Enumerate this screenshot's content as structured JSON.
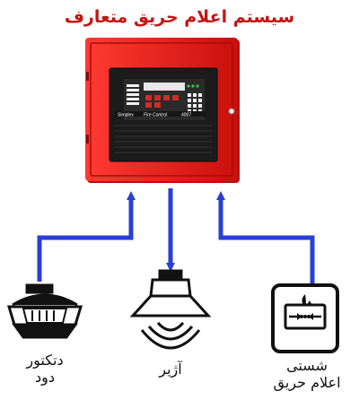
{
  "title": "سیستم اعلام حریق متعارف",
  "panel": {
    "brand": "Simplex",
    "name": "Fire Control",
    "model": "4007"
  },
  "devices": [
    {
      "id": "smoke",
      "label_line1": "دتکتور",
      "label_line2": "دود"
    },
    {
      "id": "siren",
      "label_line1": "آژیر",
      "label_line2": ""
    },
    {
      "id": "manual",
      "label_line1": "شستی",
      "label_line2": "اعلام حریق"
    }
  ],
  "colors": {
    "title": "#c41515",
    "cabinet": "#e11b16",
    "connector": "#2a3fd4"
  }
}
